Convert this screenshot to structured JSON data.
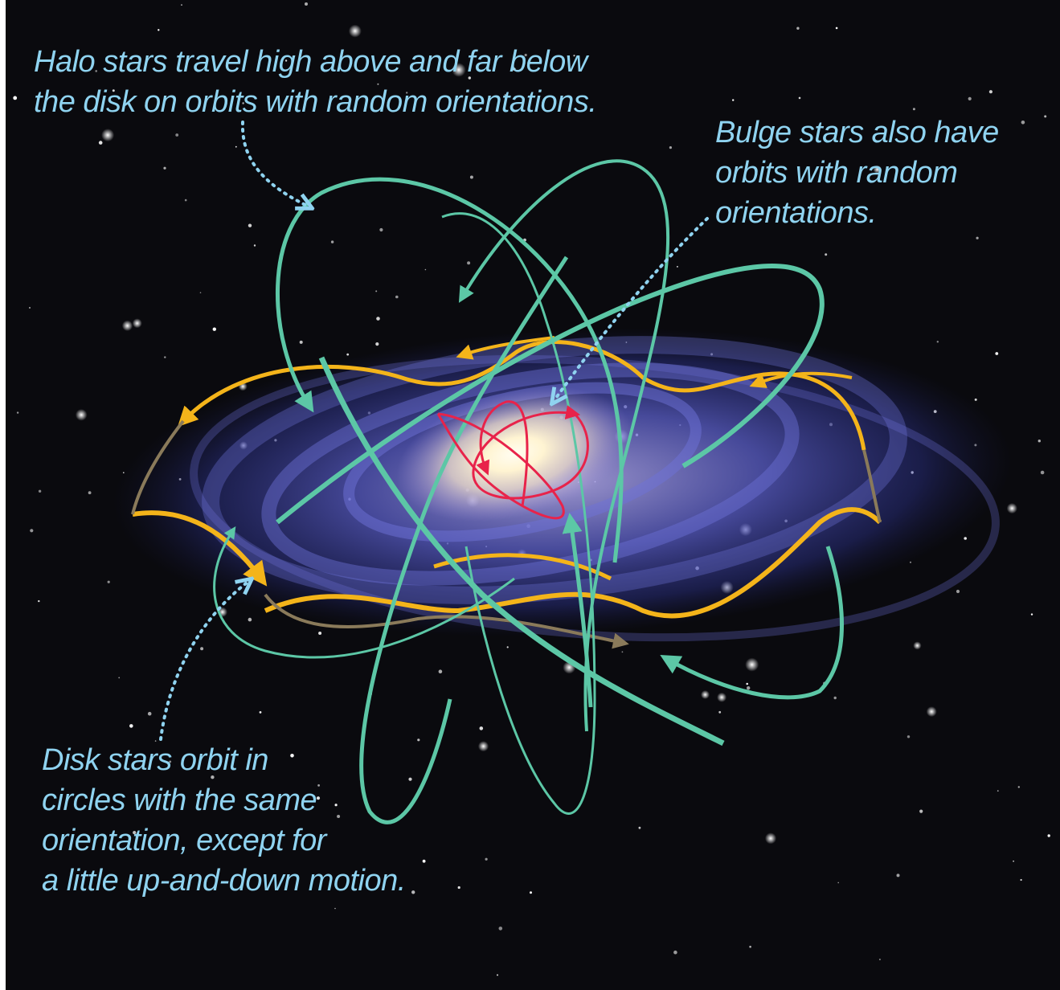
{
  "colors": {
    "background": "#0a0a0e",
    "caption_text": "#8fd3f0",
    "pointer": "#8fd3f0",
    "halo_orbit": "#5cc7a6",
    "disk_orbit": "#f4b41a",
    "bulge_orbit": "#e8234a",
    "galaxy_arm": "#6d72d8",
    "galaxy_core": "#fff4d2"
  },
  "captions": {
    "halo": {
      "line1": "Halo stars travel high above and far below",
      "line2": "the disk on orbits with random orientations."
    },
    "bulge": {
      "line1": "Bulge stars also have",
      "line2": "orbits with random",
      "line3": "orientations."
    },
    "disk": {
      "line1": "Disk stars orbit in",
      "line2": "circles with the same",
      "line3": "orientation, except for",
      "line4": "a little up-and-down motion."
    }
  }
}
